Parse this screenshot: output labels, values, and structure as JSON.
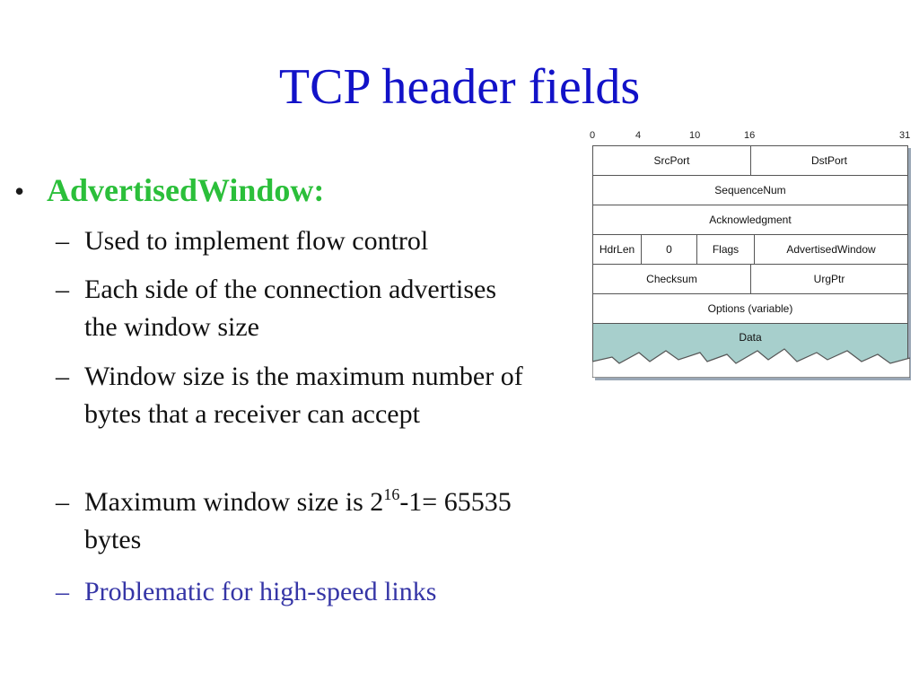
{
  "slide": {
    "title": "TCP header fields",
    "bullet": "AdvertisedWindow:",
    "sub_items": [
      {
        "dash": "–",
        "text": "Used to implement flow control"
      },
      {
        "dash": "–",
        "text": "Each side of the connection advertises the window size"
      },
      {
        "dash": "–",
        "text": "Window size is the maximum number of bytes that a receiver can accept"
      },
      {
        "dash": "–",
        "text_before": "Maximum window size is 2",
        "superscript": "16",
        "text_after": "-1= 65535 bytes"
      },
      {
        "dash": "–",
        "text": "Problematic for high-speed links"
      }
    ]
  },
  "colors": {
    "title": "#1212c8",
    "bullet": "#2bbf3a",
    "highlight_item": "#3535a6",
    "data_fill": "#a7cfcc"
  },
  "diagram": {
    "bit_labels": [
      "0",
      "4",
      "10",
      "16",
      "31"
    ],
    "rows": {
      "r1": [
        "SrcPort",
        "DstPort"
      ],
      "r2": [
        "SequenceNum"
      ],
      "r3": [
        "Acknowledgment"
      ],
      "r4": [
        "HdrLen",
        "0",
        "Flags",
        "AdvertisedWindow"
      ],
      "r5": [
        "Checksum",
        "UrgPtr"
      ],
      "r6": [
        "Options (variable)"
      ]
    },
    "data_label": "Data"
  }
}
